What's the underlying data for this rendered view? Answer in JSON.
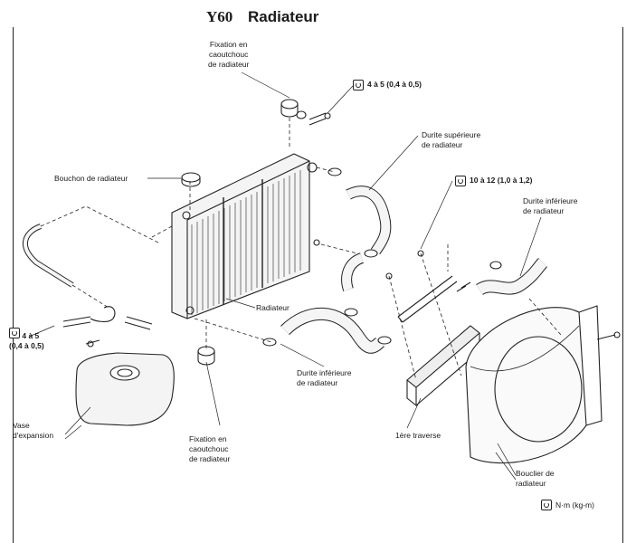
{
  "title": {
    "code": "Y60",
    "text": "Radiateur"
  },
  "labels": {
    "rubber_mount_top": "Fixation en\ncaoutchouc\nde radiateur",
    "torque_top": "4 à 5 (0,4 à 0,5)",
    "upper_hose": "Durite supérieure\nde radiateur",
    "cap": "Bouchon de radiateur",
    "torque_mid": "10 à 12 (1,0 à 1,2)",
    "lower_hose_right": "Durite inférieure\nde radiateur",
    "radiator": "Radiateur",
    "torque_left_1": "4 à 5",
    "torque_left_2": "(0,4 à 0,5)",
    "lower_hose_center": "Durite inférieure\nde radiateur",
    "expansion_tank": "Vase\nd'expansion",
    "rubber_mount_bottom": "Fixation en\ncaoutchouc\nde radiateur",
    "crossmember": "1ère traverse",
    "shroud": "Bouclier de\nradiateur",
    "legend_unit": "N·m (kg-m)"
  },
  "icons": {
    "torque": "torque-wrench-icon"
  }
}
